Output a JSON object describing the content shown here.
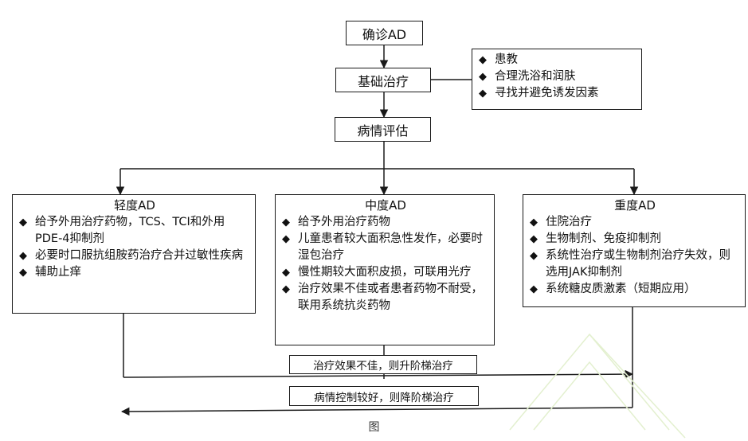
{
  "flow": {
    "diagnose": "确诊AD",
    "basic_treatment": "基础治疗",
    "basic_details": [
      "患教",
      "合理洗浴和润肤",
      "寻找并避免诱发因素"
    ],
    "assessment": "病情评估"
  },
  "levels": {
    "mild": {
      "title": "轻度AD",
      "items": [
        "给予外用治疗药物，TCS、TCI和外用PDE-4抑制剂",
        "必要时口服抗组胺药治疗合并过敏性疾病",
        "辅助止痒"
      ]
    },
    "moderate": {
      "title": "中度AD",
      "items": [
        "给予外用治疗药物",
        "儿童患者较大面积急性发作，必要时湿包治疗",
        "慢性期较大面积皮损，可联用光疗",
        "治疗效果不佳或者患者药物不耐受，联用系统抗炎药物"
      ]
    },
    "severe": {
      "title": "重度AD",
      "items": [
        "住院治疗",
        "生物制剂、免疫抑制剂",
        "系统性治疗或生物制剂治疗失效，则选用JAK抑制剂",
        "系统糖皮质激素（短期应用）"
      ]
    }
  },
  "transitions": {
    "step_up": "治疗效果不佳，则升阶梯治疗",
    "step_down": "病情控制较好，则降阶梯治疗"
  },
  "caption": "图"
}
